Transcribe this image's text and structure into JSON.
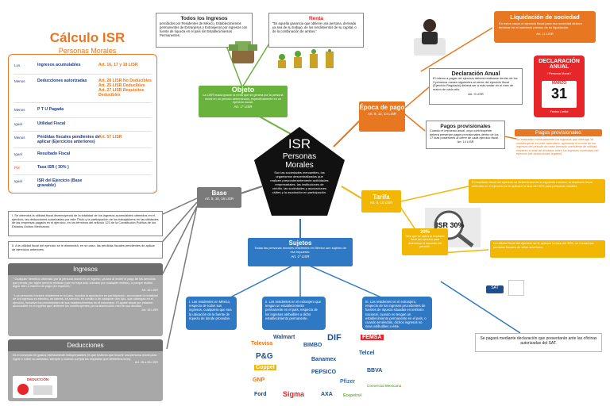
{
  "title": "Cálculo ISR",
  "subtitle": "Personas Morales",
  "calc_rows": [
    {
      "label": "Los",
      "desc": "Ingresos acumulables",
      "article": "Art. 16, 17 y 18 LISR"
    },
    {
      "label": "Menos",
      "desc": "Deducciones autorizadas",
      "article": "Art. 28 LISR No Deducibles\nArt. 25 LISR Deducibles\nArt. 27 LISR Requisitos Deducibles"
    },
    {
      "label": "Menos",
      "desc": "P T U Pagada",
      "article": ""
    },
    {
      "label": "Igual",
      "desc": "Utilidad Fiscal",
      "article": ""
    },
    {
      "label": "Menos",
      "desc": "Pérdidas fiscales pendientes de aplicar (Ejercicios anteriores)",
      "article": "Art. 57 LISR"
    },
    {
      "label": "Igual",
      "desc": "Resultado Fiscal",
      "article": ""
    },
    {
      "label": "Por",
      "desc": "Tasa ISR ( 30% )",
      "article": ""
    },
    {
      "label": "Igual",
      "desc": "ISR del Ejercicio (Base gravable)",
      "article": ""
    }
  ],
  "center": {
    "title": "ISR",
    "subtitle": "Personas Morales",
    "text": "Son las sociedades mercantiles, los organismos descentralizados que realicen preponderantemente actividades empresariales, las instituciones de crédito, las sociedades y asociaciones civiles y la asociación en participación."
  },
  "total_ingresos": {
    "title": "Todos los Ingresos",
    "text": "percibidos por Residentes de México, Establecimientos permanentes de Extranjeros y Extranjeros por ingresos con fuente de riqueza en el país sin Establecimientos Permanentes."
  },
  "renta": {
    "title": "Renta",
    "text": "\"Es aquella ganancia que obtiene una persona, derivada ya sea de su trabajo, de los rendimientos de su capital, o de la combinación de ambos.\""
  },
  "objeto": {
    "title": "Objeto",
    "text": "La LISR busca gravar la renta que se genera por la persona moral en un periodo determinado, específicamente en un ejercicio social.",
    "article": "Art. 1º LISR"
  },
  "liquidacion": {
    "title": "Liquidación de sociedad",
    "text": "En estos casos el ejercicio fiscal para esa sociedad deberá terminar en el momento preciso de su liquidación.",
    "article": "Art. 11 LISR"
  },
  "declaracion_anual": {
    "title": "Declaración Anual",
    "text": "El mismo a pagar del ejercicio deberá realizarse dentro de los 3 primeros meses siguientes al cierre del ejercicio fiscal (Ejercicio Regulado) deberá ser a más tardar en el mes de marzo de cada año.",
    "article": "Art. 9 LISR"
  },
  "calendar": {
    "heading": "DECLARACIÓN ANUAL",
    "sub": "/ Persona Moral /",
    "month": "MARZO",
    "day": "31",
    "footer": "Fecha Límite"
  },
  "epoca": {
    "title": "Época de pago",
    "article": "Art. 9, 12, 14 LISR"
  },
  "pagos_provisionales": {
    "title": "Pagos provisionales",
    "text": "Cuando el impuesto anual, cuyo contribuyente deberá presentar pagos provisionales dentro de los 17 días posteriores al cierre de cada ejercicio fiscal.",
    "article": "Art. 14 LISR"
  },
  "pagos_prov_orange": {
    "title": "Pagos provisionales",
    "text": "Se realizarán mensualmente los ingresos que obtenga \"el contribuyente en este calendario, aplicando el monto de los ingresos del periodo de base formado coeficiente de utilidad, emplean el total de divididos entre los ingresos nominales del ejercicio (de deducciones legales)."
  },
  "tarifa": {
    "title": "Tarifa",
    "article": "Art. 9, 10 LISR"
  },
  "tarifa_box": {
    "text": "El resultado fiscal del ejercicio se determinará de la siguiente manera: al resultado fiscal obtenido en el ejercicio se le aplicará la tasa del 30% para personas morales."
  },
  "isr_image": {
    "label": "ISR 30%"
  },
  "tasa_30": {
    "title": "30%",
    "text": "Tasa que se aplica al resultado fiscal del ejercicio para determinar el impuesto del período."
  },
  "tasa_box": {
    "text": "La utilidad fiscal del ejercicio se le aplicará la tasa del 30%, se restará las pérdidas fiscales de años anteriores."
  },
  "sat_text": "Se pagará mediante declaración que presentarán ante las oficinas autorizadas del SAT.",
  "sat_logo": "SAT",
  "base": {
    "title": "Base",
    "article": "Art. 9, 10, 16 LISR"
  },
  "base_texts": [
    "I. Se obtendrá la utilidad fiscal disminuyendo de la totalidad de los ingresos acumulables obtenidos en el ejercicio, las deducciones autorizadas por este Título y la participación de los trabajadores en las utilidades de las empresas pagada en el ejercicio, en los términos del artículo 123 de la Constitución Política de los Estados Unidos Mexicanos.",
    "II. A la utilidad fiscal del ejercicio se le disminuirá, en su caso, las pérdidas fiscales pendientes de aplicar de ejercicios anteriores."
  ],
  "ingresos": {
    "title": "Ingresos",
    "text1": "\" Cualquier beneficio obtenido por la persona moral en un ingreso, ya sea al recibir el pago de los servicios que presta, por algún servicio recibido (que no haya sido cobrado por cualquier motivo), o porque recibió algún bien a manera de pago (en especie).\"",
    "art1": "Art. 16 LISR",
    "text2": "\" Los personas morales residentes en el país, incluida la asociación en participación, acumularán la totalidad de los ingresos en efectivo, en bienes, en servicio, en crédito o de cualquier otro tipo, que obtengan en el ejercicio, inclusive los provenientes de sus establecimientos en el extranjero. El ajuste anual por inflación acumulable es el ingreso que obtienen los contribuyentes por la disminución real de sus deudas.\"",
    "art2": "Art. 16 LISR"
  },
  "deducciones": {
    "title": "Deducciones",
    "text": "Es el concepto de gastos estrictamente indispensables en que tuvieran que incurrir una persona moral para lograr o cubrir su actividad, siempre y cuando cumpla los requisitos que determina la ley.",
    "article": "Art. 25 a 28 LISR",
    "image_label": "DEDUCCIÓN"
  },
  "sujetos": {
    "title": "Sujetos",
    "text": "Todas las personas morales residentes en México son sujetos de ese impuesto.",
    "article": "Art. 1º LISR"
  },
  "sujetos_boxes": [
    "I. Las residentes en México, respecto de todos sus ingresos, cualquiera que sea la ubicación de la fuente de riqueza de donde procedan.",
    "II. Los residentes en el extranjero que tengan un establecimiento permanente en el país, respecto de los ingresos atribuibles a dicho establecimiento permanente.",
    "III. Los residentes en el extranjero, respecto de los ingresos procedentes de fuentes de riqueza situadas en territorio nacional, cuando no tengan un establecimiento permanente en el país, o cuando teniéndolo, dichos ingresos no sean atribuibles a éste."
  ],
  "logos": [
    "Televisa",
    "Walmart",
    "P&G",
    "BIMBO",
    "DIF",
    "FEMSA",
    "Coppel",
    "Banamex",
    "Telcel",
    "GNP",
    "PEPSICO",
    "BBVA",
    "Sigma",
    "Pfizer",
    "Ford",
    "Comercial Mexicana",
    "AXA",
    "Ecopetrol"
  ],
  "colors": {
    "orange": "#e87722",
    "green": "#6ab23e",
    "yellow": "#f2b705",
    "blue": "#2f78c4",
    "gray": "#7a7a7a",
    "red": "#e7262a",
    "navy": "#1f3b8c"
  }
}
